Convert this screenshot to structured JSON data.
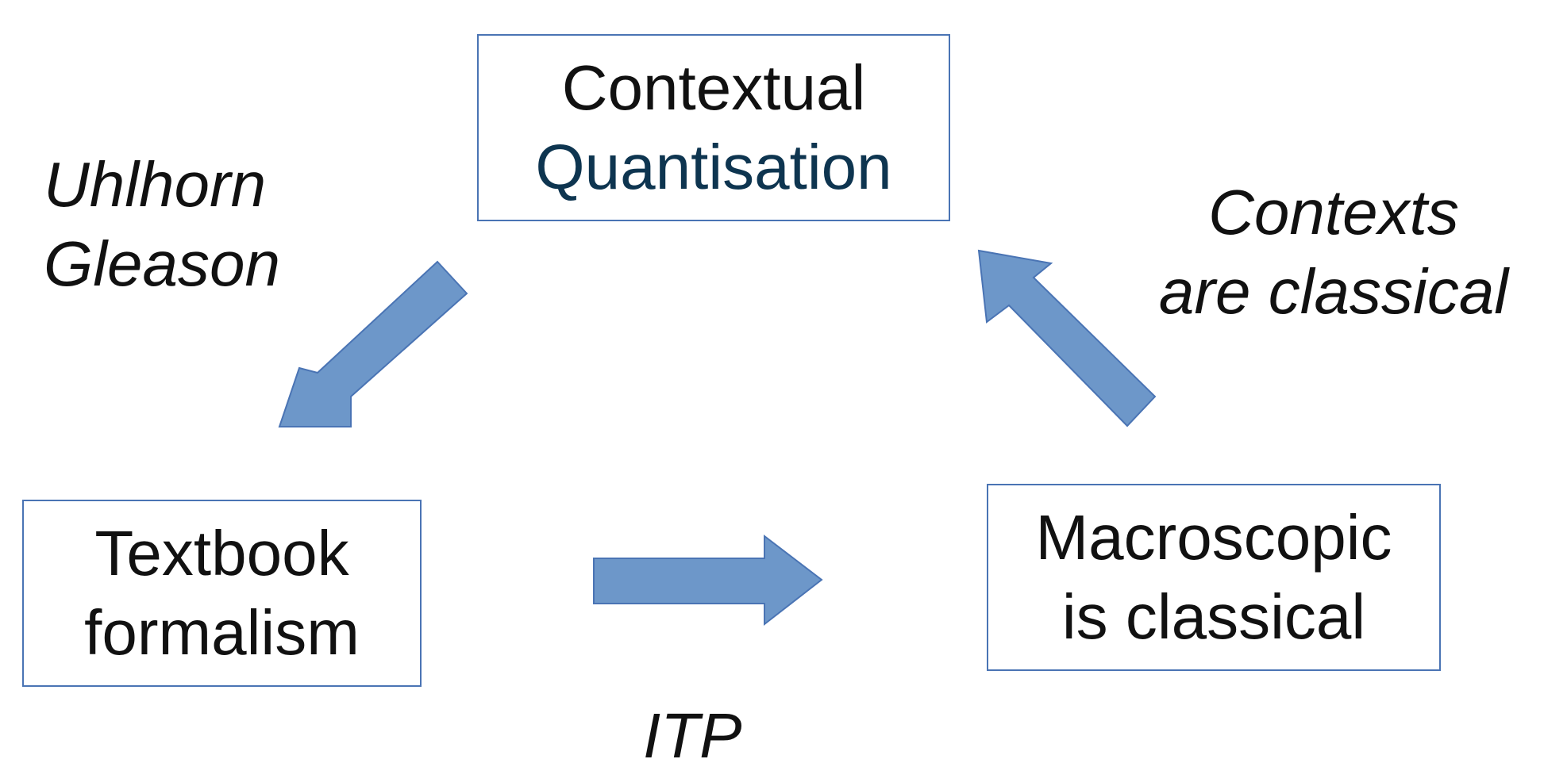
{
  "boxes": {
    "contextual_quantisation": {
      "line1": "Contextual",
      "line2": "Quantisation"
    },
    "textbook_formalism": {
      "line1": "Textbook",
      "line2": "formalism"
    },
    "macroscopic_classical": {
      "line1": "Macroscopic",
      "line2": "is classical"
    }
  },
  "labels": {
    "uhlhorn_gleason": {
      "line1": "Uhlhorn",
      "line2": "Gleason"
    },
    "contexts_classical": {
      "line1": "Contexts",
      "line2": "are classical"
    },
    "itp": "ITP"
  },
  "colors": {
    "arrow_fill": "#6d97c9",
    "arrow_stroke": "#4a74b4",
    "box_border": "#4a74b4",
    "accent_text": "#0e3550"
  }
}
